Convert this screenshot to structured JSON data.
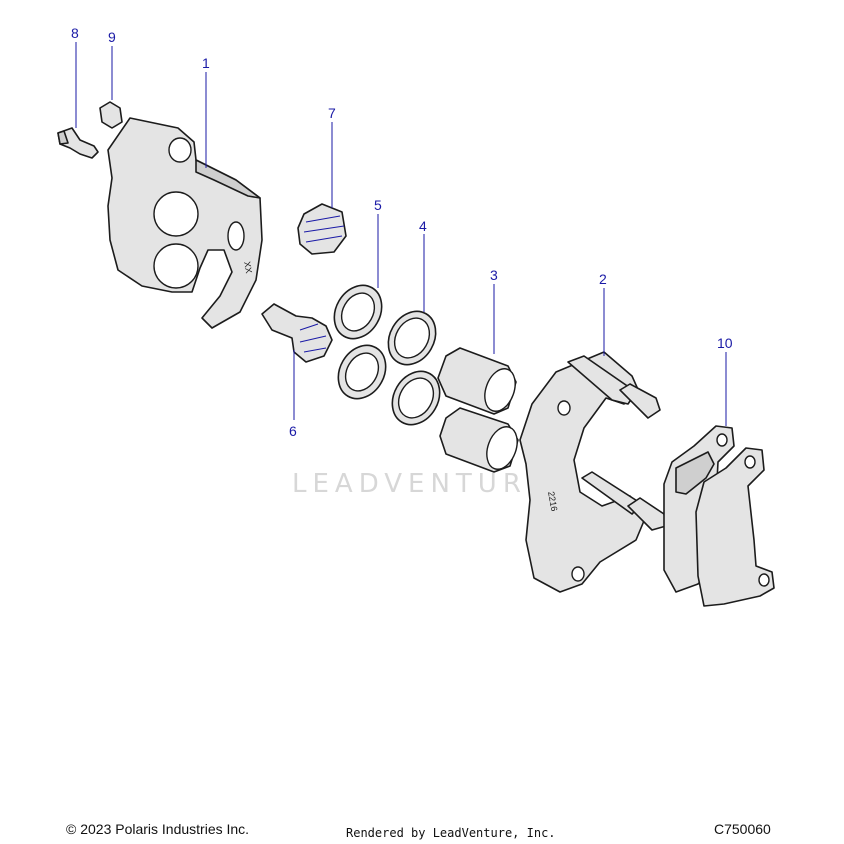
{
  "diagram": {
    "callouts": [
      {
        "id": "8",
        "label": "8"
      },
      {
        "id": "9",
        "label": "9"
      },
      {
        "id": "1",
        "label": "1"
      },
      {
        "id": "7",
        "label": "7"
      },
      {
        "id": "5",
        "label": "5"
      },
      {
        "id": "4",
        "label": "4"
      },
      {
        "id": "3",
        "label": "3"
      },
      {
        "id": "2",
        "label": "2"
      },
      {
        "id": "10",
        "label": "10"
      },
      {
        "id": "6",
        "label": "6"
      }
    ],
    "caliper_mark": "XX",
    "bracket_mark": "2216",
    "watermark": "LEADVENTURE"
  },
  "footer": {
    "copyright": "© 2023 Polaris Industries Inc.",
    "rendered_by": "Rendered by LeadVenture, Inc.",
    "diagram_code": "C750060"
  },
  "colors": {
    "callout": "#1a1aa6",
    "part_fill": "#e4e4e4",
    "outline": "#1c1c1c"
  }
}
